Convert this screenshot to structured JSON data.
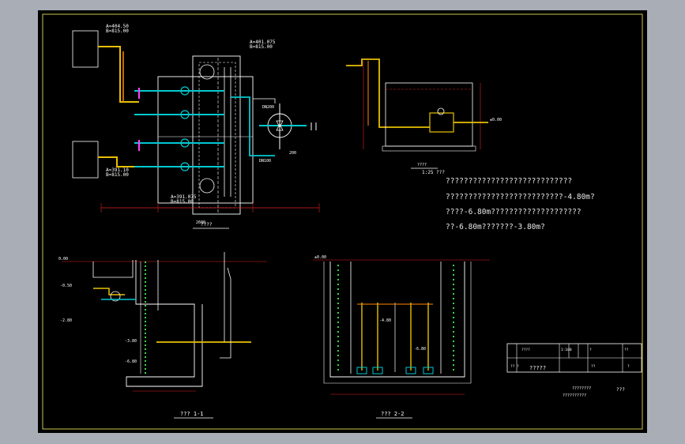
{
  "colors": {
    "background": "#000000",
    "frame": "#c8c84a",
    "structure": "#ffffff",
    "pipe_cyan": "#00c8d0",
    "pipe_yellow": "#e8c000",
    "pipe_orange": "#ff8a00",
    "pipe_magenta": "#ff40ff",
    "dimension": "#e02020",
    "hatch": "#3cd04a"
  },
  "plan": {
    "label_a1": "A=404.50",
    "label_b1": "B=815.00",
    "label_a2": "A=401.075",
    "label_b2": "B=815.00",
    "label_a3": "A=391.10",
    "label_b3": "B=815.00",
    "label_a4": "A=391.075",
    "label_b4": "B=815.00",
    "dn_label": "DN200",
    "tag_2600": "2600",
    "tag_dn100": "DN100",
    "tag_200": "200",
    "caption": "????"
  },
  "detail": {
    "title": "????",
    "scale": "1:25 ???"
  },
  "notes": [
    "????????????????????????????",
    "??????????????????????????-4.80m?",
    "????-6.80m????????????????????",
    "??-6.80m???????-3.80m?"
  ],
  "section1": {
    "title": "??? 1-1"
  },
  "section2": {
    "title": "??? 2-2"
  },
  "elevations": {
    "e1": "±0.00",
    "e2": "-0.50",
    "e3": "-2.80",
    "e4": "-3.80",
    "e5": "-4.80",
    "e6": "-6.80",
    "e7": "0.00"
  },
  "title_block": {
    "cells": [
      "????",
      "1:100",
      "?",
      "??",
      "?"
    ],
    "row_labels": [
      "?? ?",
      "??",
      "????"
    ],
    "right_label": "?????",
    "sheet_no": "??"
  },
  "company": {
    "name": "????????",
    "sub": "??????????",
    "mark": "???"
  }
}
